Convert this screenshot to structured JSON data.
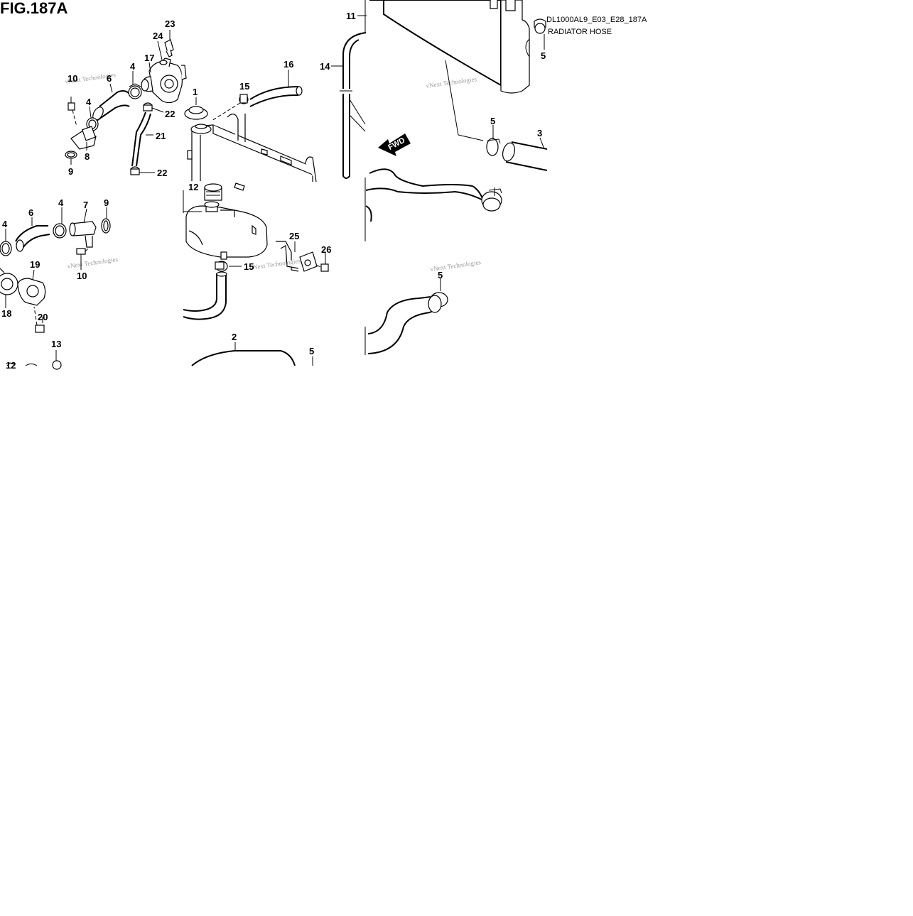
{
  "figure": {
    "title": "FIG.187A",
    "code": "DL1000AL9_E03_E28_187A",
    "name": "RADIATOR HOSE"
  },
  "direction_label": "FWD",
  "watermark": [
    "vNext Technologies",
    "vNext Technologies",
    "vNext Technologies",
    "vNext Technologies",
    "vNext Technologies"
  ],
  "callouts": [
    "23",
    "24",
    "17",
    "10",
    "6",
    "4",
    "4",
    "8",
    "9",
    "22",
    "21",
    "22",
    "1",
    "15",
    "16",
    "14",
    "11",
    "5",
    "5",
    "3",
    "12",
    "25",
    "26",
    "15",
    "6",
    "4",
    "7",
    "9",
    "4",
    "10",
    "19",
    "18",
    "20",
    "13",
    "2",
    "5",
    "5",
    "12"
  ]
}
